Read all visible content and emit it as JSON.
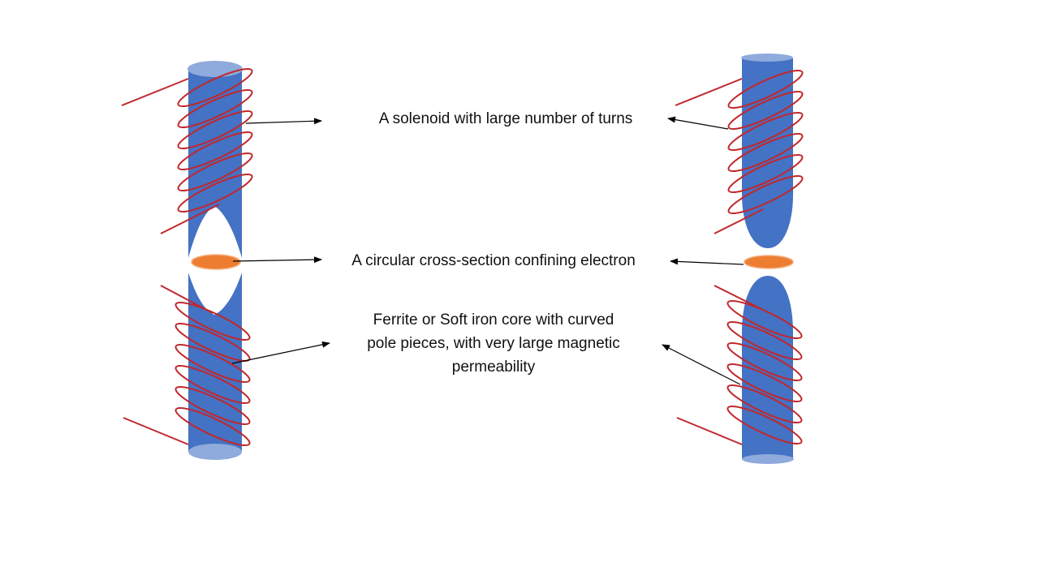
{
  "diagram": {
    "labels": {
      "solenoid": "A solenoid with large number of turns",
      "cross_section": "A circular cross-section confining electron",
      "core_lines": [
        "Ferrite or Soft iron core with curved",
        "pole pieces, with very large magnetic",
        "permeability"
      ]
    }
  },
  "colors": {
    "core": "#4472c4",
    "core_cap": "#8faadc",
    "coil": "#c0282d",
    "electron": "#ed7d31",
    "electron_edge": "#f4b183",
    "arrow": "#000000",
    "text": "#111111"
  }
}
